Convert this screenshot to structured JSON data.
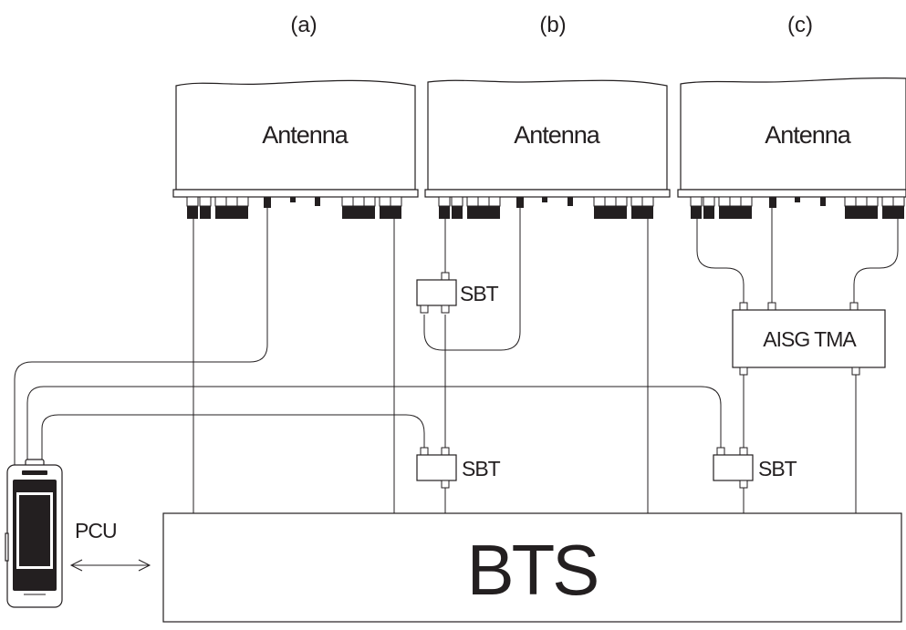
{
  "panels": [
    {
      "tag": "(a)",
      "antenna": "Antenna"
    },
    {
      "tag": "(b)",
      "antenna": "Antenna"
    },
    {
      "tag": "(c)",
      "antenna": "Antenna"
    }
  ],
  "sbt_label": "SBT",
  "tma_label": "AISG TMA",
  "pcu_label": "PCU",
  "bts_label": "BTS"
}
